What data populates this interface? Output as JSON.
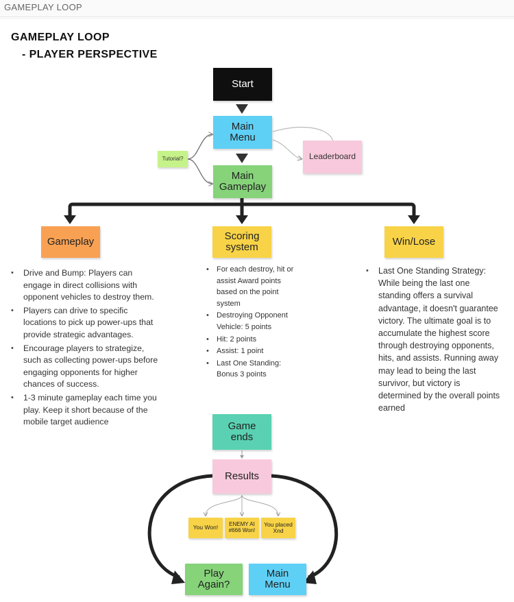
{
  "header": {
    "tab_title": "GAMEPLAY LOOP"
  },
  "board": {
    "title_line1": "GAMEPLAY LOOP",
    "title_line2": "- PLAYER PERSPECTIVE"
  },
  "colors": {
    "start": "#0f0f0f",
    "menu_blue": "#5fd0f5",
    "gameplay_green": "#86d37a",
    "tutorial_green": "#c6f28a",
    "leaderboard_pink": "#f8c9dc",
    "gameplay_orange": "#f9a153",
    "yellow": "#f8d347",
    "teal": "#5ad1b2",
    "results_pink": "#f8c9dc",
    "outcome_yellow": "#f8d347",
    "connector": "#222222"
  },
  "nodes": {
    "start": "Start",
    "main_menu": "Main Menu",
    "main_gameplay": "Main Gameplay",
    "tutorial": "Tutorial?",
    "leaderboard": "Leaderboard",
    "gameplay": "Gameplay",
    "scoring": "Scoring system",
    "win_lose": "Win/Lose",
    "game_ends": "Game ends",
    "results": "Results",
    "you_won": "You Won!",
    "enemy_won": "ENEMY AI #666 Won!",
    "you_placed": "You placed Xnd",
    "play_again": "Play Again?",
    "main_menu_end": "Main Menu"
  },
  "gameplay_bullets": [
    "Drive and Bump: Players can engage in direct collisions with opponent vehicles to destroy them.",
    "Players can drive to specific locations to pick up power-ups that provide strategic advantages.",
    "Encourage players to strategize, such as collecting power-ups before engaging opponents for higher chances of success.",
    "1-3 minute gameplay each time you play. Keep it short because of the mobile target audience"
  ],
  "scoring_bullets": [
    "For each destroy, hit or assist Award points based on the point system",
    "Destroying Opponent Vehicle: 5 points",
    "Hit: 2 points",
    "Assist: 1 point",
    "Last One Standing: Bonus 3 points"
  ],
  "winlose_bullets": [
    "Last One Standing Strategy: While being the last one standing offers a survival advantage, it doesn't guarantee victory. The ultimate goal is to accumulate the highest score through destroying opponents, hits, and assists. Running away may lead to being the last survivor, but victory is determined by the overall points earned"
  ]
}
